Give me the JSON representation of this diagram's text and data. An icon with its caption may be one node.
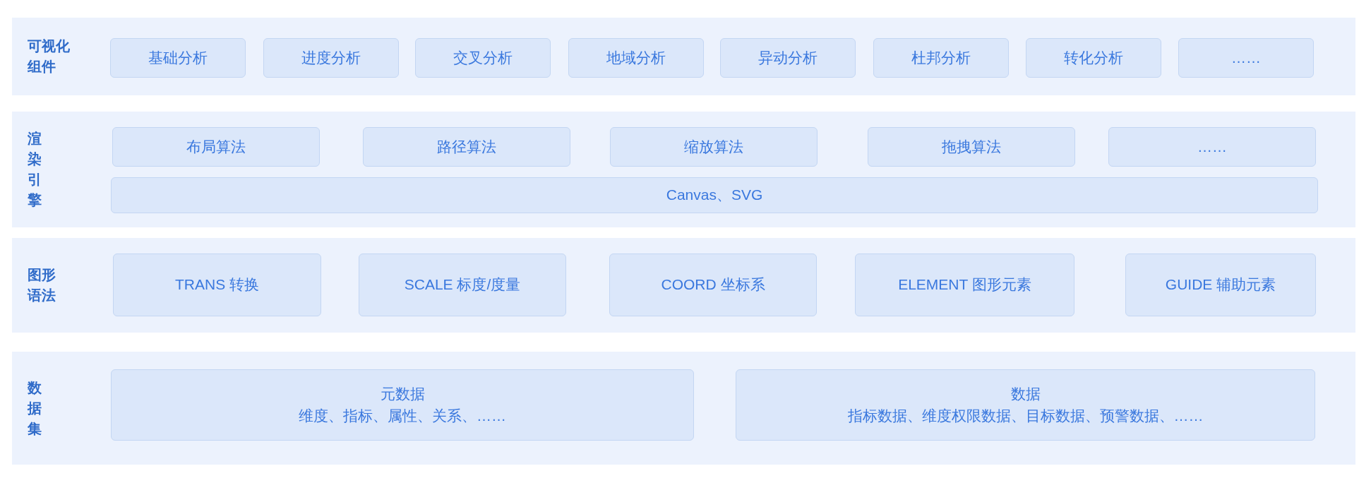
{
  "diagram": {
    "nodes": [
      {
        "text": [
          "可视化组件"
        ]
      },
      {
        "text": [
          "基础分析"
        ],
        "in": 0
      },
      {
        "text": [
          "进度分析"
        ],
        "in": 0
      },
      {
        "text": [
          "交叉分析"
        ],
        "in": 0
      },
      {
        "text": [
          "地域分析"
        ],
        "in": 0
      },
      {
        "text": [
          "异动分析"
        ],
        "in": 0
      },
      {
        "text": [
          "杜邦分析"
        ],
        "in": 0
      },
      {
        "text": [
          "转化分析"
        ],
        "in": 0
      },
      {
        "text": [
          "……"
        ],
        "in": 0
      },
      {
        "text": [
          "渲染引擎"
        ]
      },
      {
        "text": [
          "布局算法"
        ],
        "in": 9
      },
      {
        "text": [
          "路径算法"
        ],
        "in": 9
      },
      {
        "text": [
          "缩放算法"
        ],
        "in": 9
      },
      {
        "text": [
          "拖拽算法"
        ],
        "in": 9
      },
      {
        "text": [
          "……"
        ],
        "in": 9
      },
      {
        "text": [
          "Canvas、SVG"
        ],
        "in": 9
      },
      {
        "text": [
          "图形语法"
        ]
      },
      {
        "text": [
          "TRANS 转换"
        ],
        "in": 16
      },
      {
        "text": [
          "SCALE 标度/度量"
        ],
        "in": 16
      },
      {
        "text": [
          "COORD 坐标系"
        ],
        "in": 16
      },
      {
        "text": [
          "ELEMENT 图形元素"
        ],
        "in": 16
      },
      {
        "text": [
          "GUIDE 辅助元素"
        ],
        "in": 16
      },
      {
        "text": [
          "数据集"
        ]
      },
      {
        "text": [
          "元数据",
          "维度、指标、属性、关系、……"
        ],
        "in": 22
      },
      {
        "text": [
          "数据",
          "指标数据、维度权限数据、目标数据、预警数据、……"
        ],
        "in": 22
      }
    ]
  }
}
